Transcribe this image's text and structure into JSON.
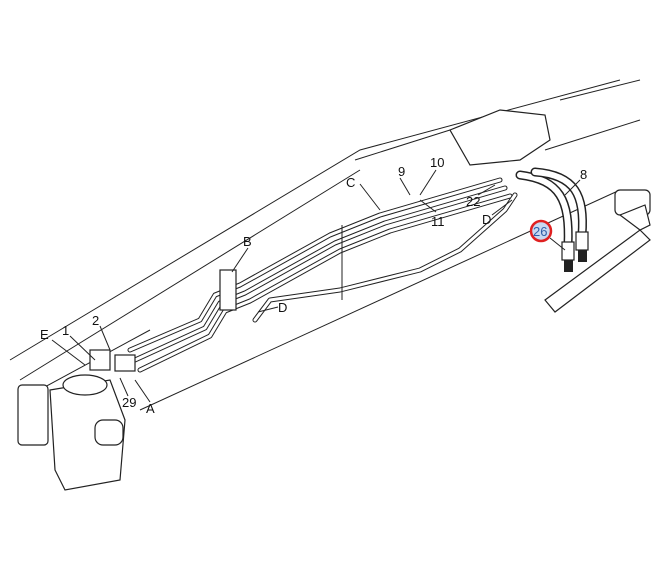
{
  "diagram": {
    "title": "Power steering hydraulic lines",
    "labels": {
      "E": "E",
      "n1": "1",
      "n2": "2",
      "n29": "29",
      "A": "A",
      "B": "B",
      "D1": "D",
      "C": "C",
      "n9": "9",
      "n10": "10",
      "n11": "11",
      "n22": "22",
      "D2": "D",
      "n8": "8",
      "n26": "26"
    },
    "highlighted_part": "26",
    "colors": {
      "highlight_ring": "#e02020",
      "highlight_fill": "#c8d8f0",
      "highlight_text": "#2e5fa8"
    }
  }
}
